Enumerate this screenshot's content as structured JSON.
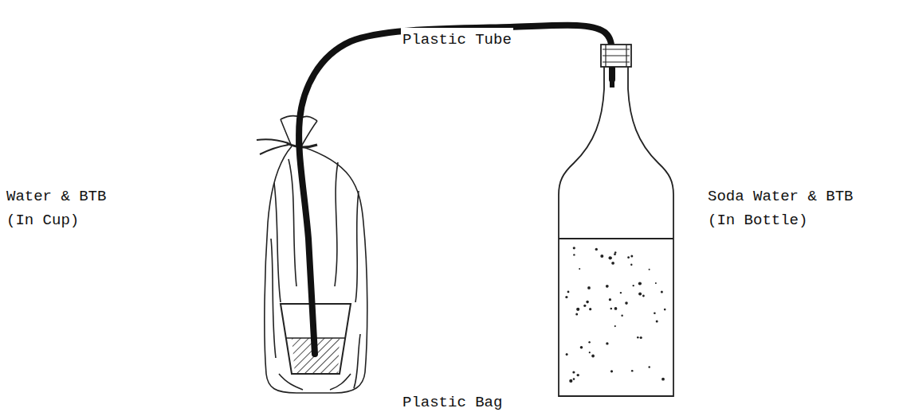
{
  "diagram": {
    "labels": [
      "Plastic Tube",
      "Water & BTB (In Cup)",
      "Soda Water & BTB (In Bottle)",
      "Plastic Bag"
    ]
  }
}
